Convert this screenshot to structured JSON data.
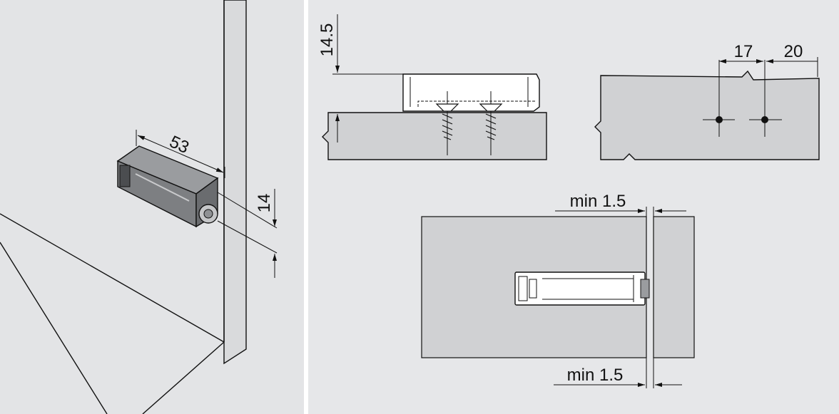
{
  "dimensions": {
    "length": "53",
    "width": "14",
    "height": "14.5",
    "hole_spacing_1": "17",
    "hole_spacing_2": "20",
    "gap_top": "min 1.5",
    "gap_bottom": "min 1.5"
  },
  "colors": {
    "background_left": "#e3e4e6",
    "background_right": "#e6e7e9",
    "board_fill": "#d0d1d3",
    "device_dark": "#7d7f82",
    "line": "#111111"
  }
}
